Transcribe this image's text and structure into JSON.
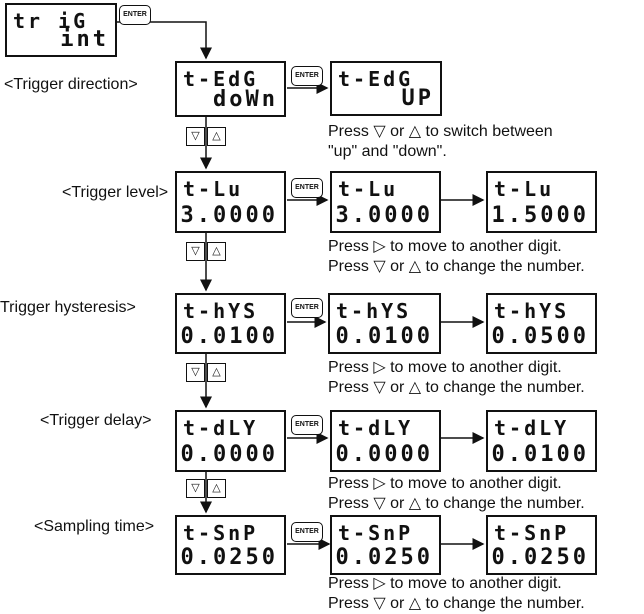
{
  "enter_key": "ENTER",
  "top_display": {
    "line1": "tr iG",
    "line2": "int"
  },
  "rows": [
    {
      "label": "<Trigger direction>",
      "main": {
        "line1": "t-EdG",
        "line2": "doWn"
      },
      "step2": {
        "line1": "t-EdG",
        "line2": "UP"
      },
      "notes": [
        "Press ▽ or △ to switch between",
        "\"up\" and \"down\"."
      ]
    },
    {
      "label": "<Trigger level>",
      "main": {
        "line1": "t-Lu",
        "line2": "3.0000"
      },
      "step2": {
        "line1": "t-Lu",
        "line2": "3.0000"
      },
      "step3": {
        "line1": "t-Lu",
        "line2": "1.5000"
      },
      "notes": [
        "Press ▷ to move to another digit.",
        "Press ▽ or △ to change the number."
      ]
    },
    {
      "label": "Trigger hysteresis>",
      "main": {
        "line1": "t-hYS",
        "line2": "0.0100"
      },
      "step2": {
        "line1": "t-hYS",
        "line2": "0.0100"
      },
      "step3": {
        "line1": "t-hYS",
        "line2": "0.0500"
      },
      "notes": [
        "Press ▷ to move to another digit.",
        "Press ▽ or △ to change the number."
      ]
    },
    {
      "label": "<Trigger delay>",
      "main": {
        "line1": "t-dLY",
        "line2": "0.0000"
      },
      "step2": {
        "line1": "t-dLY",
        "line2": "0.0000"
      },
      "step3": {
        "line1": "t-dLY",
        "line2": "0.0100"
      },
      "notes": [
        "Press ▷ to move to another digit.",
        "Press ▽ or △ to change the number."
      ]
    },
    {
      "label": "<Sampling time>",
      "main": {
        "line1": "t-SnP",
        "line2": "0.0250"
      },
      "step2": {
        "line1": "t-SnP",
        "line2": "0.0250"
      },
      "step3": {
        "line1": "t-SnP",
        "line2": "0.0250"
      },
      "notes": [
        "Press ▷ to move to another digit.",
        "Press ▽ or △ to change the number."
      ]
    }
  ],
  "updown_keys": [
    "▽",
    "△"
  ]
}
